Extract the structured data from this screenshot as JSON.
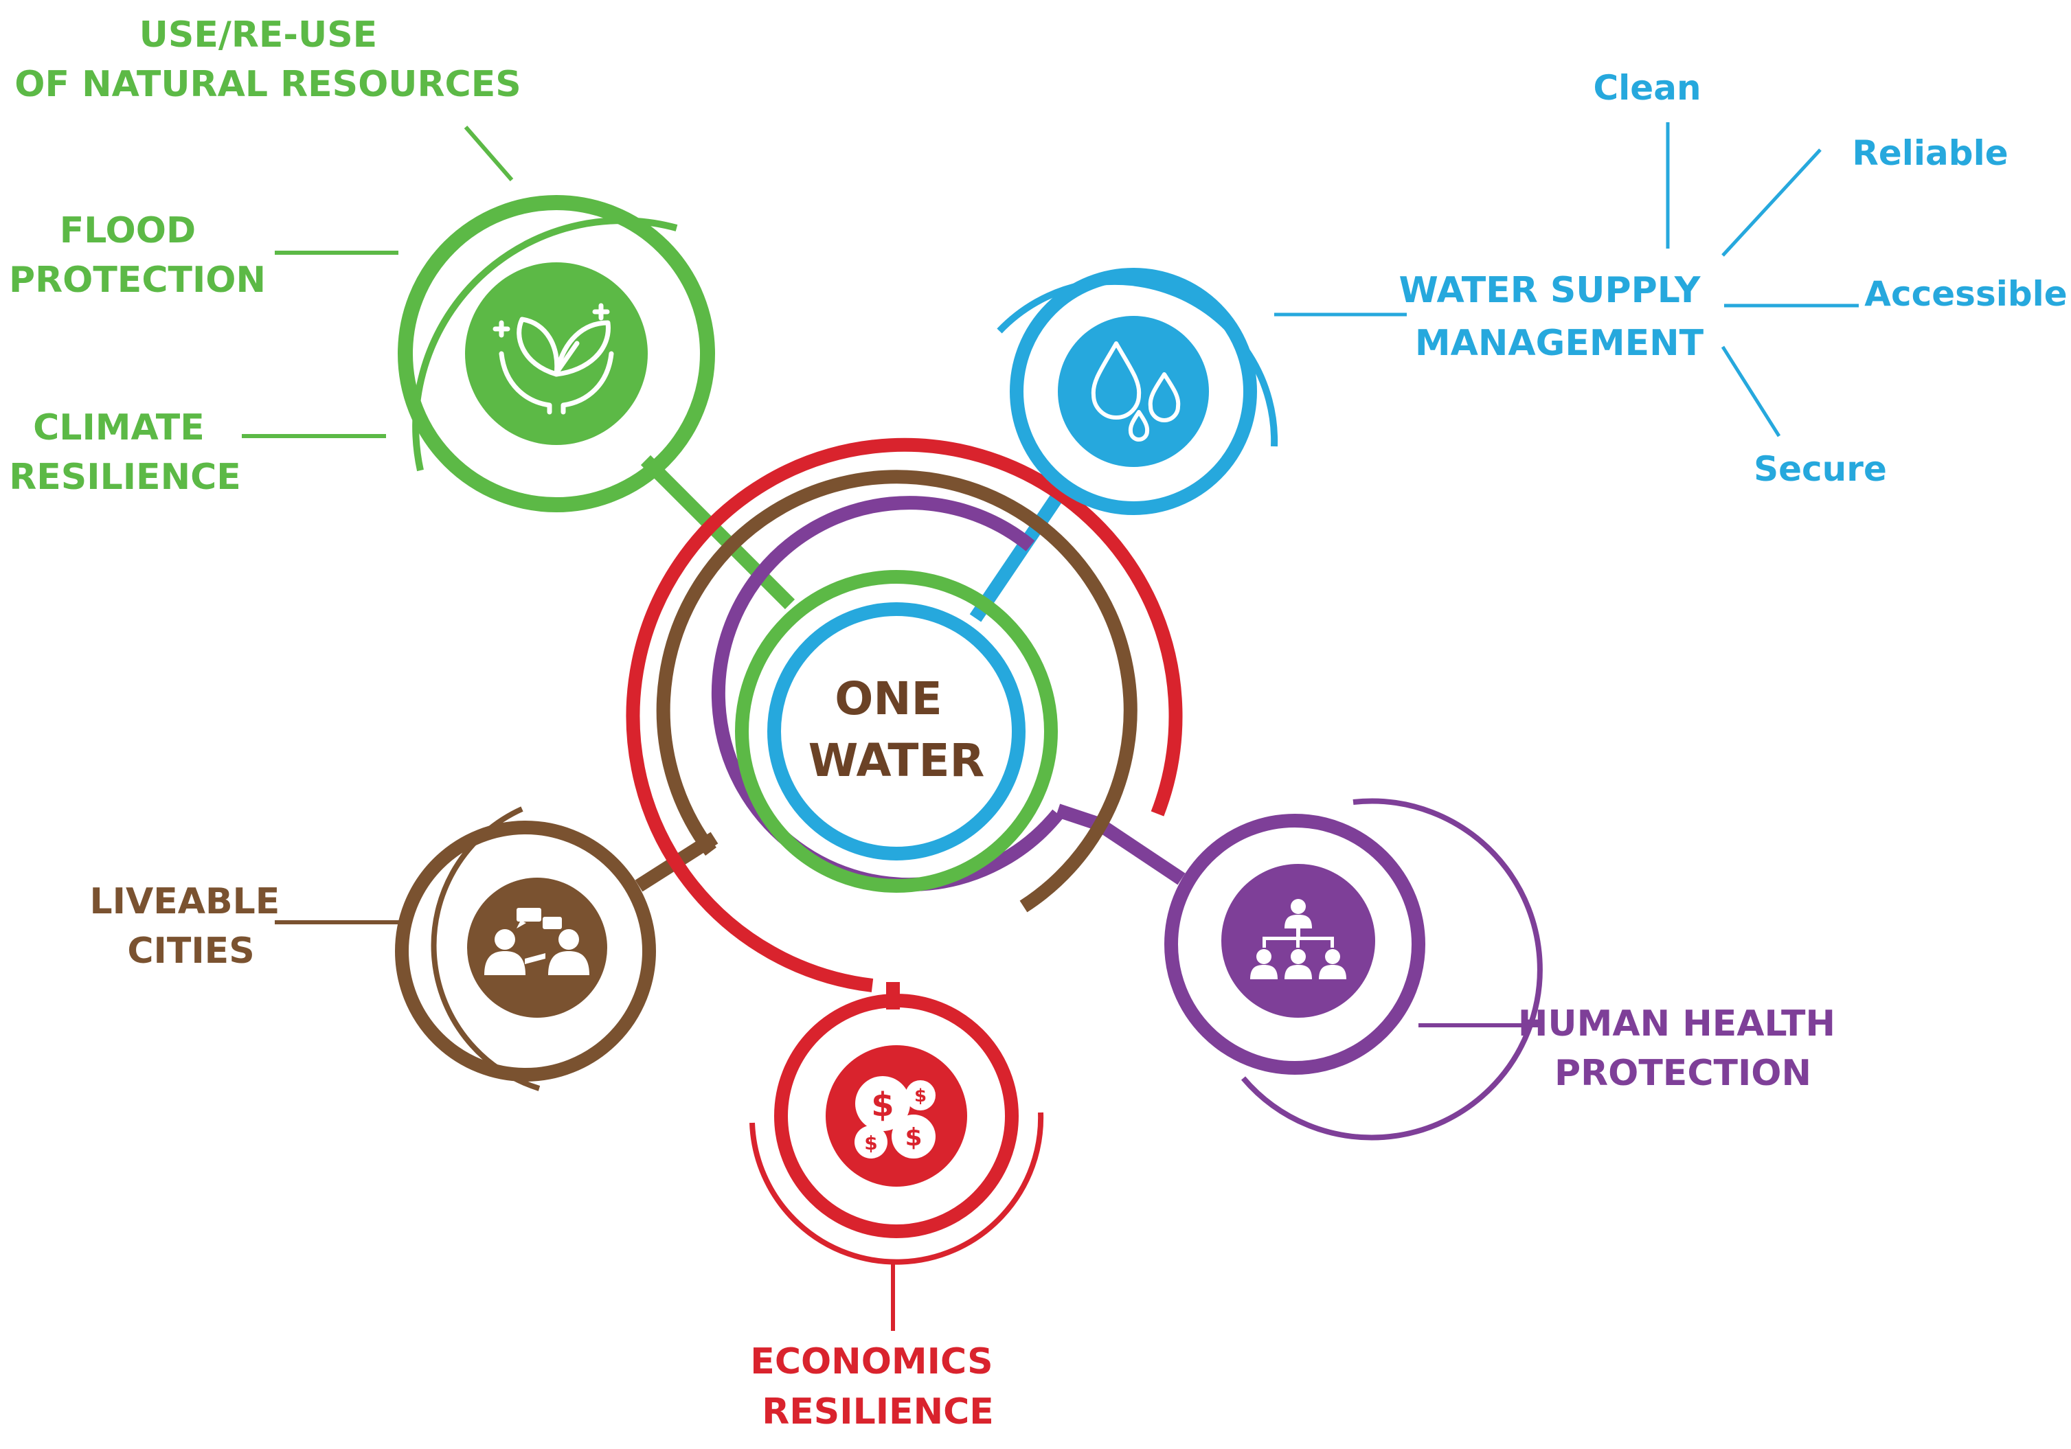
{
  "colors": {
    "green": "#5cb946",
    "blue": "#26a8dd",
    "brown": "#7a5230",
    "purple": "#7e3f98",
    "red": "#d9232d",
    "center_text": "#6b4226"
  },
  "center": {
    "line1": "ONE",
    "line2": "WATER"
  },
  "nodes": {
    "green": {
      "icon": "hands-leaves-icon",
      "labels": {
        "resources": [
          "USE/RE-USE",
          "OF NATURAL RESOURCES"
        ],
        "flood": [
          "FLOOD",
          "PROTECTION"
        ],
        "climate": [
          "CLIMATE",
          "RESILIENCE"
        ]
      }
    },
    "blue": {
      "icon": "water-drops-icon",
      "label": [
        "WATER SUPPLY",
        "MANAGEMENT"
      ],
      "attributes": [
        "Clean",
        "Reliable",
        "Accessible",
        "Secure"
      ]
    },
    "brown": {
      "icon": "people-talking-icon",
      "label": [
        "LIVEABLE",
        "CITIES"
      ]
    },
    "purple": {
      "icon": "org-chart-people-icon",
      "label": [
        "HUMAN HEALTH",
        "PROTECTION"
      ]
    },
    "red": {
      "icon": "coins-dollar-icon",
      "label": [
        "ECONOMICS",
        "RESILIENCE"
      ]
    }
  }
}
